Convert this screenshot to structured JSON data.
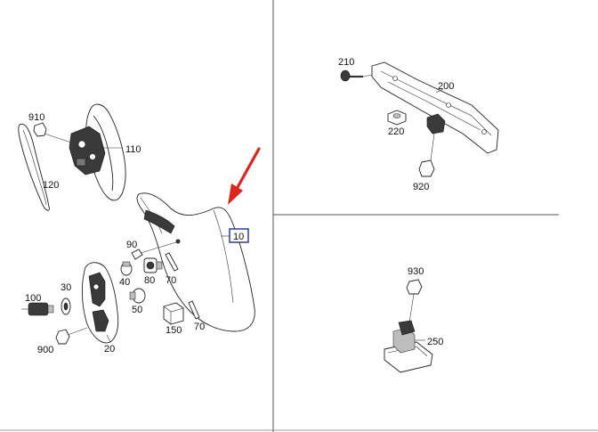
{
  "highlight_color": "#1f2f99",
  "arrow_color": "#e0241b",
  "parts": {
    "p10": "10",
    "p20": "20",
    "p30": "30",
    "p40": "40",
    "p50": "50",
    "p70a": "70",
    "p70b": "70",
    "p80": "80",
    "p90": "90",
    "p100": "100",
    "p110": "110",
    "p120": "120",
    "p150": "150",
    "p200": "200",
    "p210": "210",
    "p220": "220",
    "p250": "250",
    "p900": "900",
    "p910": "910",
    "p920": "920",
    "p930": "930"
  }
}
